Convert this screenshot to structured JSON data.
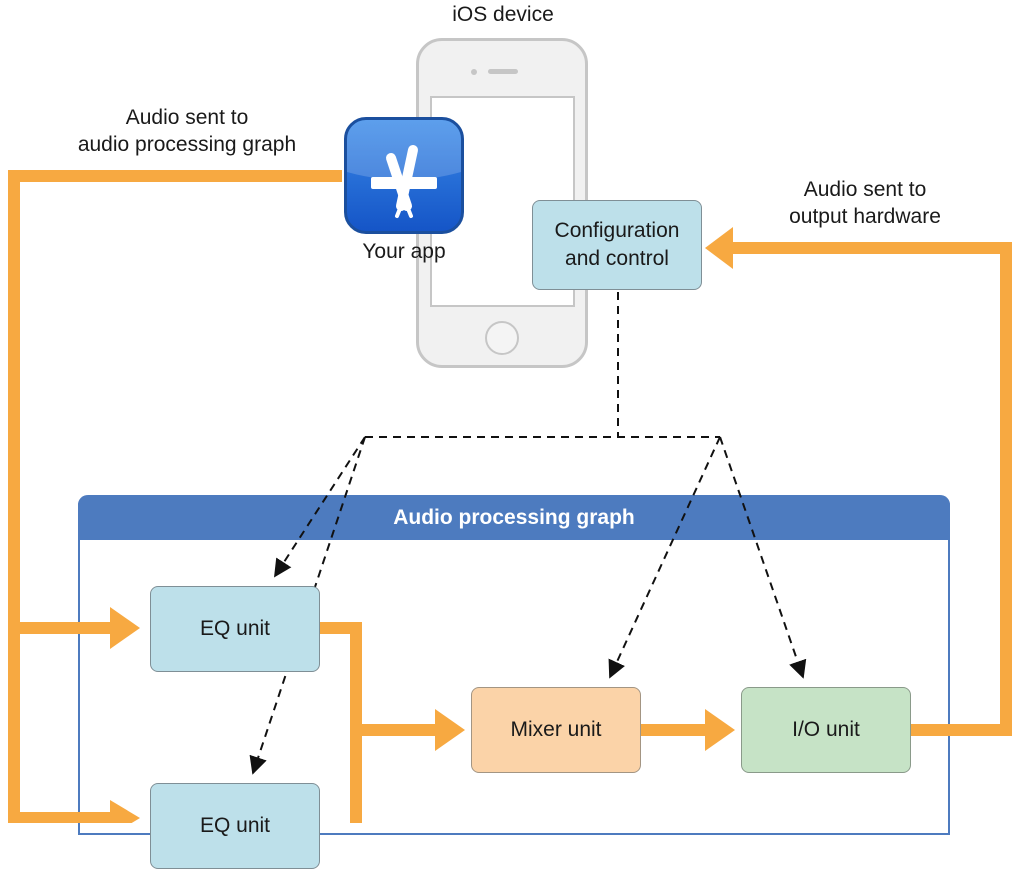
{
  "device": {
    "title": "iOS device"
  },
  "app": {
    "label": "Your app"
  },
  "config": {
    "label": "Configuration\nand control"
  },
  "annotations": {
    "audio_in_line1": "Audio sent to",
    "audio_in_line2": "audio processing graph",
    "audio_out_line1": "Audio sent to",
    "audio_out_line2": "output hardware"
  },
  "graph": {
    "title": "Audio processing graph"
  },
  "units": {
    "eq1": "EQ unit",
    "eq2": "EQ unit",
    "mixer": "Mixer unit",
    "io": "I/O unit"
  },
  "colors": {
    "audio_path": "#f7a941",
    "graph_header": "#4d7bbf",
    "unit_blue": "#bde0ea",
    "unit_orange": "#fbd3a8",
    "unit_green": "#c6e3c6"
  },
  "icons": [
    "app-store-icon",
    "phone-speaker-icon",
    "home-button-icon"
  ]
}
